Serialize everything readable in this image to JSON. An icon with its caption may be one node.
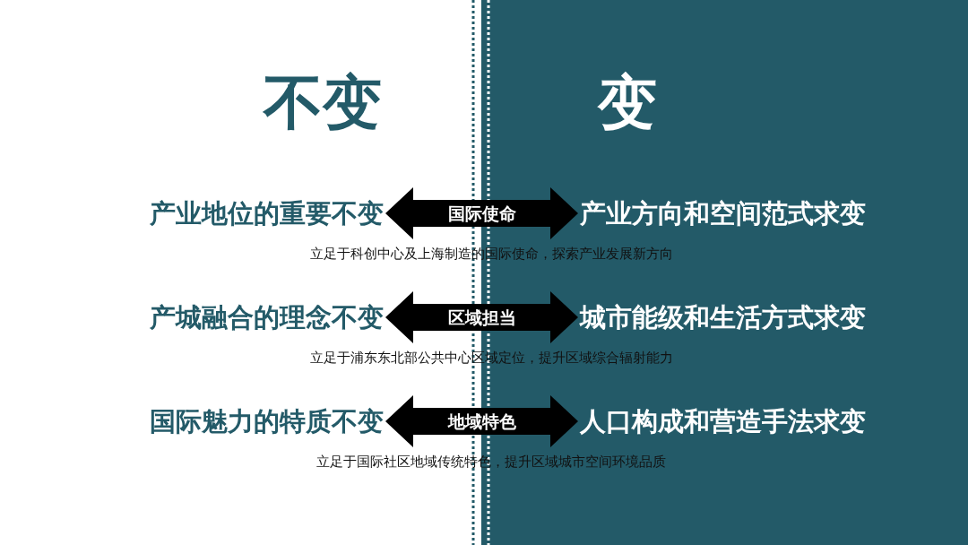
{
  "diagram": {
    "nodes": [
      {
        "text": [
          "产业地位的重要不变"
        ]
      },
      {
        "text": [
          "产城融合的理念不变"
        ]
      },
      {
        "text": [
          "国际魅力的特质不变"
        ]
      },
      {
        "text": [
          "产业方向和空间范式求变"
        ]
      },
      {
        "text": [
          "城市能级和生活方式求变"
        ]
      },
      {
        "text": [
          "人口构成和营造手法求变"
        ]
      }
    ],
    "edges": [
      {
        "from": 0,
        "to": 3,
        "arrow": "both",
        "label": "国际使命"
      },
      {
        "from": 1,
        "to": 4,
        "arrow": "both",
        "label": "区域担当"
      },
      {
        "from": 2,
        "to": 5,
        "arrow": "both",
        "label": "地域特色"
      }
    ],
    "labels": [
      "不变",
      "变",
      "立足于科创中心及上海制造的国际使命，探索产业发展新方向",
      "立足于浦东东北部公共中心区域定位，提升区域综合辐射能力",
      "立足于国际社区地域传统特色，提升区域城市空间环境品质"
    ]
  }
}
